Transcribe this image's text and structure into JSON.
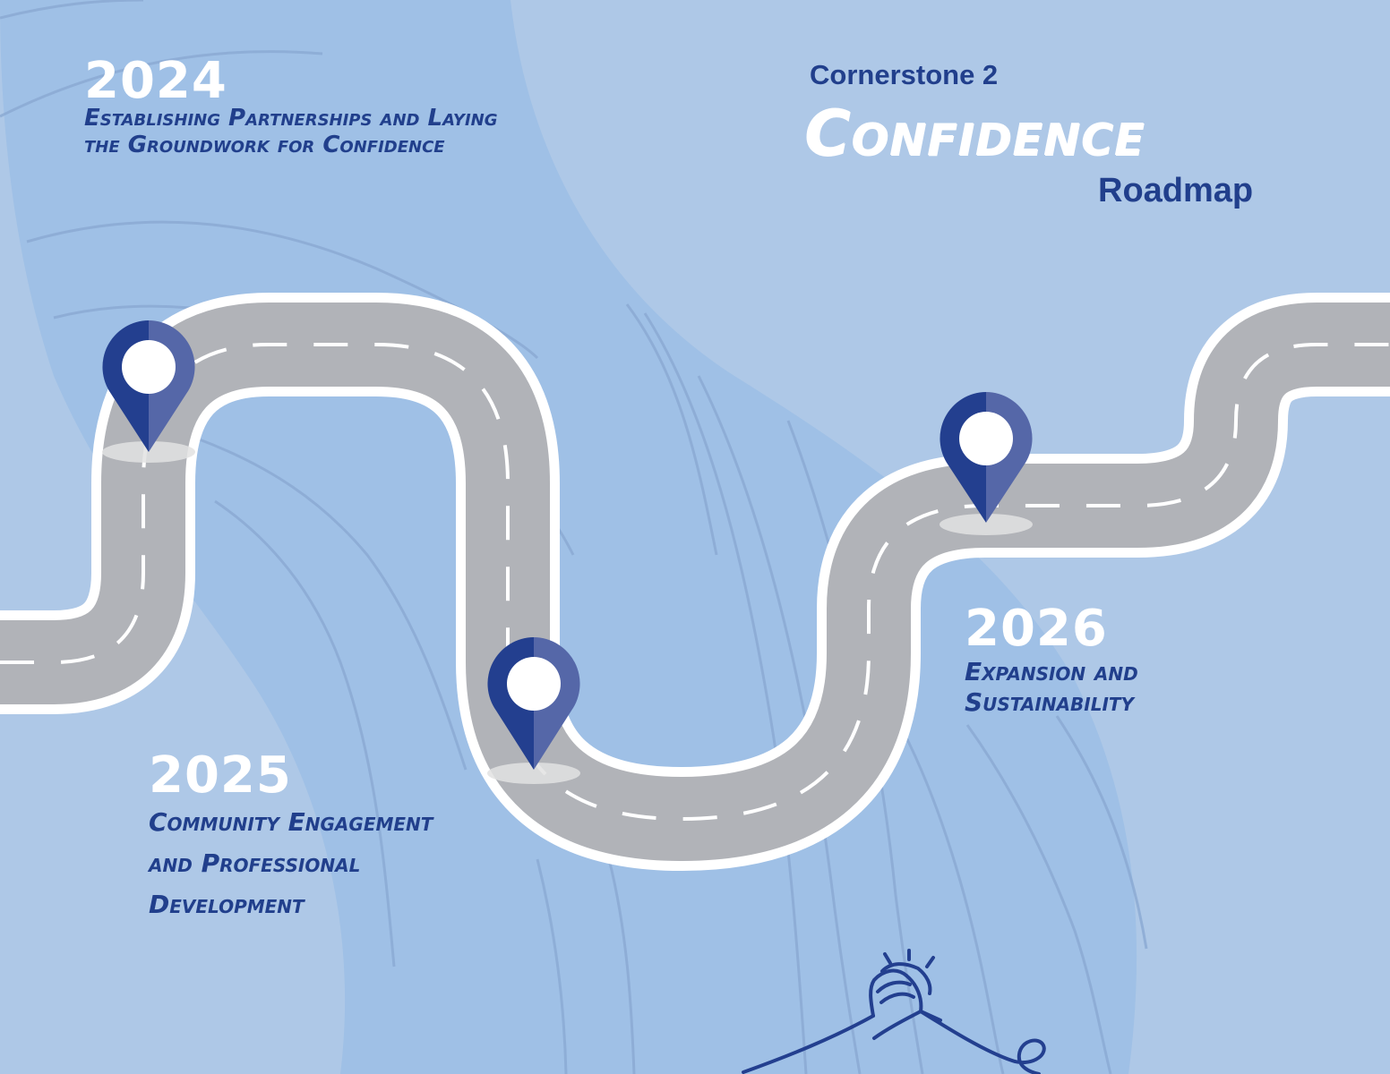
{
  "header": {
    "kicker": "Cornerstone 2",
    "title": "Confidence",
    "subtitle": "Roadmap"
  },
  "milestones": [
    {
      "year": "2024",
      "lines": [
        "Establishing Partnerships and Laying",
        "the Groundwork for Confidence"
      ]
    },
    {
      "year": "2025",
      "lines": [
        "Community Engagement",
        "and Professional",
        "Development"
      ]
    },
    {
      "year": "2026",
      "lines": [
        "Expansion and",
        "Sustainability"
      ]
    }
  ],
  "colors": {
    "background": "#aec8e7",
    "band": "#9fc0e6",
    "road": "#b1b3b8",
    "road_edge": "#ffffff",
    "pin_dark": "#233f8f",
    "pin_light": "#5567a8",
    "text_dark": "#213f8c",
    "text_light": "#ffffff"
  },
  "icons": [
    "map-pin-icon",
    "map-pin-icon",
    "map-pin-icon",
    "handshake-icon"
  ]
}
